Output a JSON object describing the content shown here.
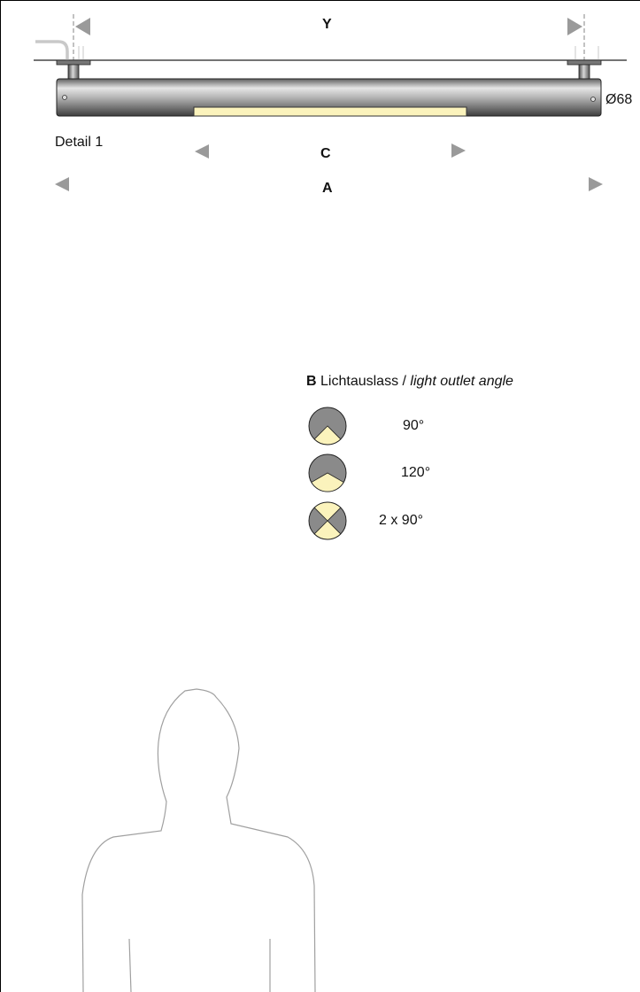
{
  "dimensions": {
    "y": "Y",
    "c": "C",
    "a": "A",
    "diameter": "Ø68"
  },
  "detail_label": "Detail 1",
  "light_outlet": {
    "letter": "B",
    "label_de": "Lichtauslass /",
    "label_en": "light outlet angle",
    "options": [
      {
        "angle": "90°",
        "icon": "outlet-90-icon"
      },
      {
        "angle": "120°",
        "icon": "outlet-120-icon"
      },
      {
        "angle": "2 x 90°",
        "icon": "outlet-2x90-icon"
      }
    ]
  },
  "colors": {
    "light": "#fbf3bc",
    "metal": "#8a8a8a",
    "arrow": "#9a9a9a",
    "outline": "#9e9e9e"
  }
}
